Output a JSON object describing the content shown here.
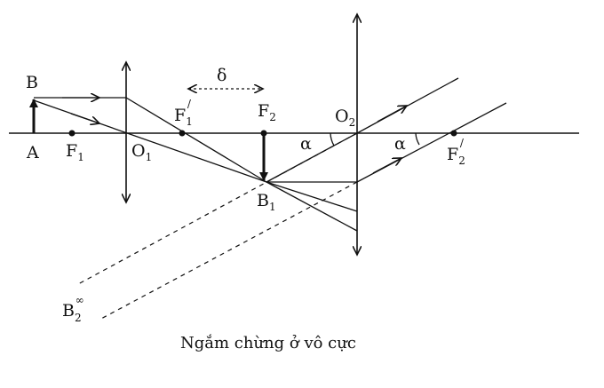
{
  "labels": {
    "A": "A",
    "B": "B",
    "F1": "F",
    "F1_sub": "1",
    "O1": "O",
    "O1_sub": "1",
    "F1p": "F",
    "F1p_sub": "1",
    "F1p_sup": "/",
    "F2": "F",
    "F2_sub": "2",
    "O2": "O",
    "O2_sub": "2",
    "F2p": "F",
    "F2p_sub": "2",
    "F2p_sup": "/",
    "B1": "B",
    "B1_sub": "1",
    "B2": "B",
    "B2_sub": "2",
    "B2_sup": "∞",
    "delta": "δ",
    "alpha1": "α",
    "alpha2": "α"
  },
  "caption": "Ngắm chừng ở vô cực"
}
